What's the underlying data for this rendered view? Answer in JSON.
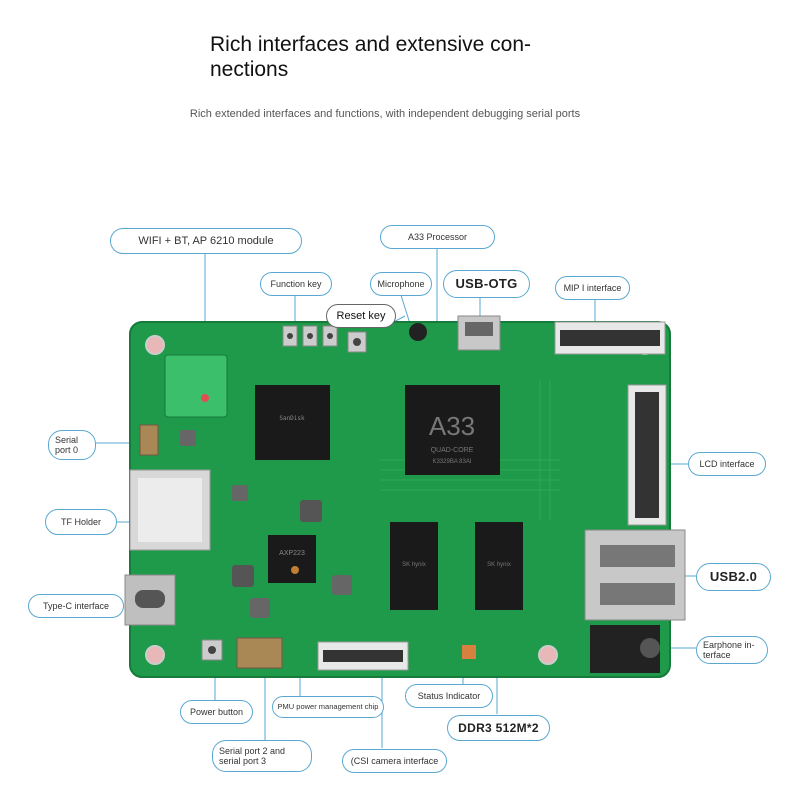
{
  "header": {
    "title": "Rich interfaces and extensive con-nections",
    "subtitle": "Rich extended interfaces and functions, with independent debugging serial ports"
  },
  "callouts": {
    "wifi": "WIFI + BT, AP 6210 module",
    "a33": "A33 Processor",
    "function_key": "Function key",
    "microphone": "Microphone",
    "usb_otg": "USB-OTG",
    "mipi": "MIP I interface",
    "reset_key": "Reset key",
    "serial0": "Serial port 0",
    "tf_holder": "TF Holder",
    "lcd": "LCD interface",
    "usb2": "USB2.0",
    "typec": "Type-C interface",
    "earphone": "Earphone in-terface",
    "power_button": "Power button",
    "pmu": "PMU power management chip",
    "status": "Status Indicator",
    "ddr3": "DDR3 512M*2",
    "serial23": "Serial port 2 and serial port 3",
    "csi": "(CSI camera interface"
  },
  "chips": {
    "cpu_label": "A33",
    "cpu_sub": "QUAD-CORE",
    "cpu_code": "K3329BA 83AI",
    "pmu_label": "AXP223",
    "flash_label": "SanDisk",
    "ram_label": "SK hynix"
  },
  "colors": {
    "pcb": "#1e9a4a",
    "pcb_dark": "#157a3a",
    "callout_border": "#5aa8d2",
    "chip": "#1a1a1a"
  }
}
